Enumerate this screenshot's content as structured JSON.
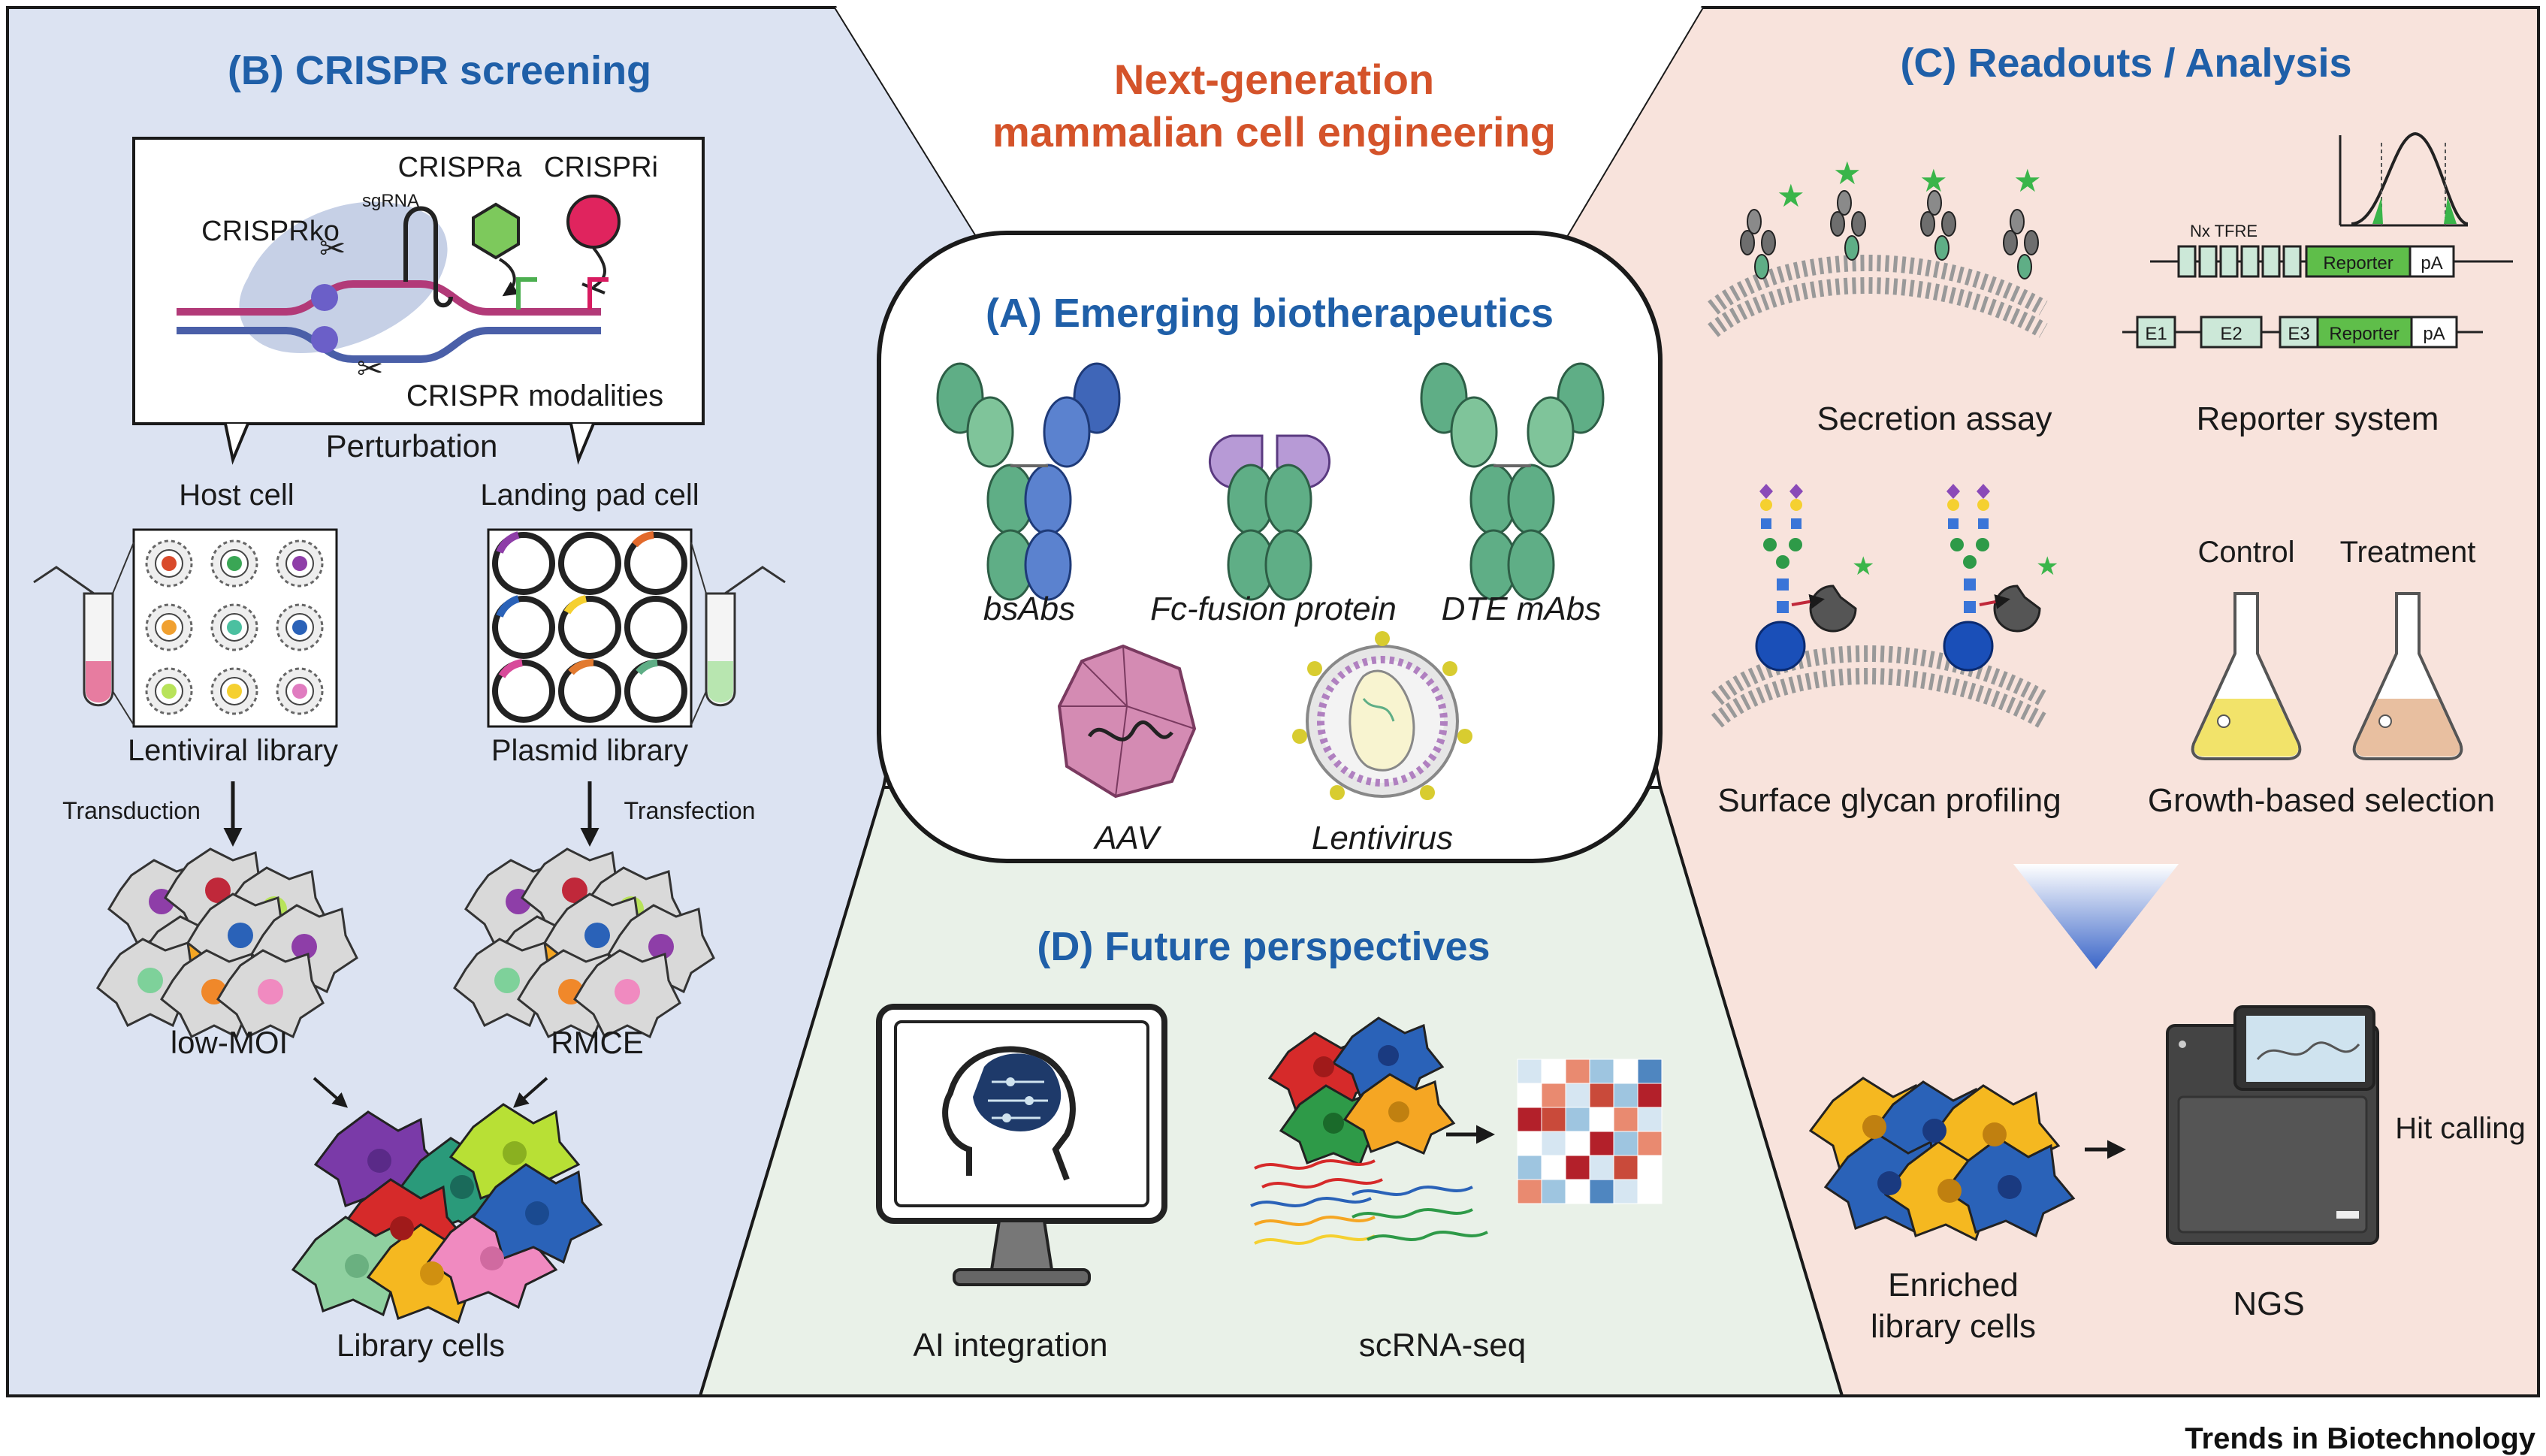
{
  "title": {
    "line1": "Next-generation",
    "line2": "mammalian cell engineering"
  },
  "panel_a": {
    "title": "(A) Emerging biotherapeutics",
    "items": [
      "bsAbs",
      "Fc-fusion protein",
      "DTE mAbs",
      "AAV",
      "Lentivirus"
    ]
  },
  "panel_b": {
    "title": "(B) CRISPR screening",
    "crispr": {
      "ko": "CRISPRko",
      "a": "CRISPRa",
      "i": "CRISPRi",
      "sgrna": "sgRNA",
      "modalities": "CRISPR modalities"
    },
    "perturbation": "Perturbation",
    "host_cell": "Host cell",
    "landing_pad": "Landing pad cell",
    "lentiviral_library": "Lentiviral library",
    "plasmid_library": "Plasmid library",
    "transduction": "Transduction",
    "transfection": "Transfection",
    "low_moi": "low-MOI",
    "rmce": "RMCE",
    "library_cells": "Library cells"
  },
  "panel_c": {
    "title": "(C) Readouts / Analysis",
    "nx_tfre": "Nx TFRE",
    "reporter": "Reporter",
    "pa": "pA",
    "exons": [
      "E1",
      "E2",
      "E3"
    ],
    "secretion": "Secretion assay",
    "reporter_system": "Reporter system",
    "control": "Control",
    "treatment": "Treatment",
    "glycan": "Surface glycan profiling",
    "growth": "Growth-based selection",
    "enriched": [
      "Enriched",
      "library cells"
    ],
    "ngs": "NGS",
    "hit_calling": "Hit calling"
  },
  "panel_d": {
    "title": "(D) Future perspectives",
    "ai": "AI integration",
    "scrna": "scRNA-seq"
  },
  "journal": "Trends in Biotechnology",
  "colors": {
    "blue_title": "#1f5fa8",
    "orange_title": "#d4532a",
    "panel_b_bg": "#dce3f2",
    "panel_c_bg": "#f8e3dc",
    "panel_d_bg": "#e9f1e8",
    "ab_green": "#5fae86",
    "ab_blue": "#4a6fc0",
    "ab_purple": "#b79ad6"
  }
}
